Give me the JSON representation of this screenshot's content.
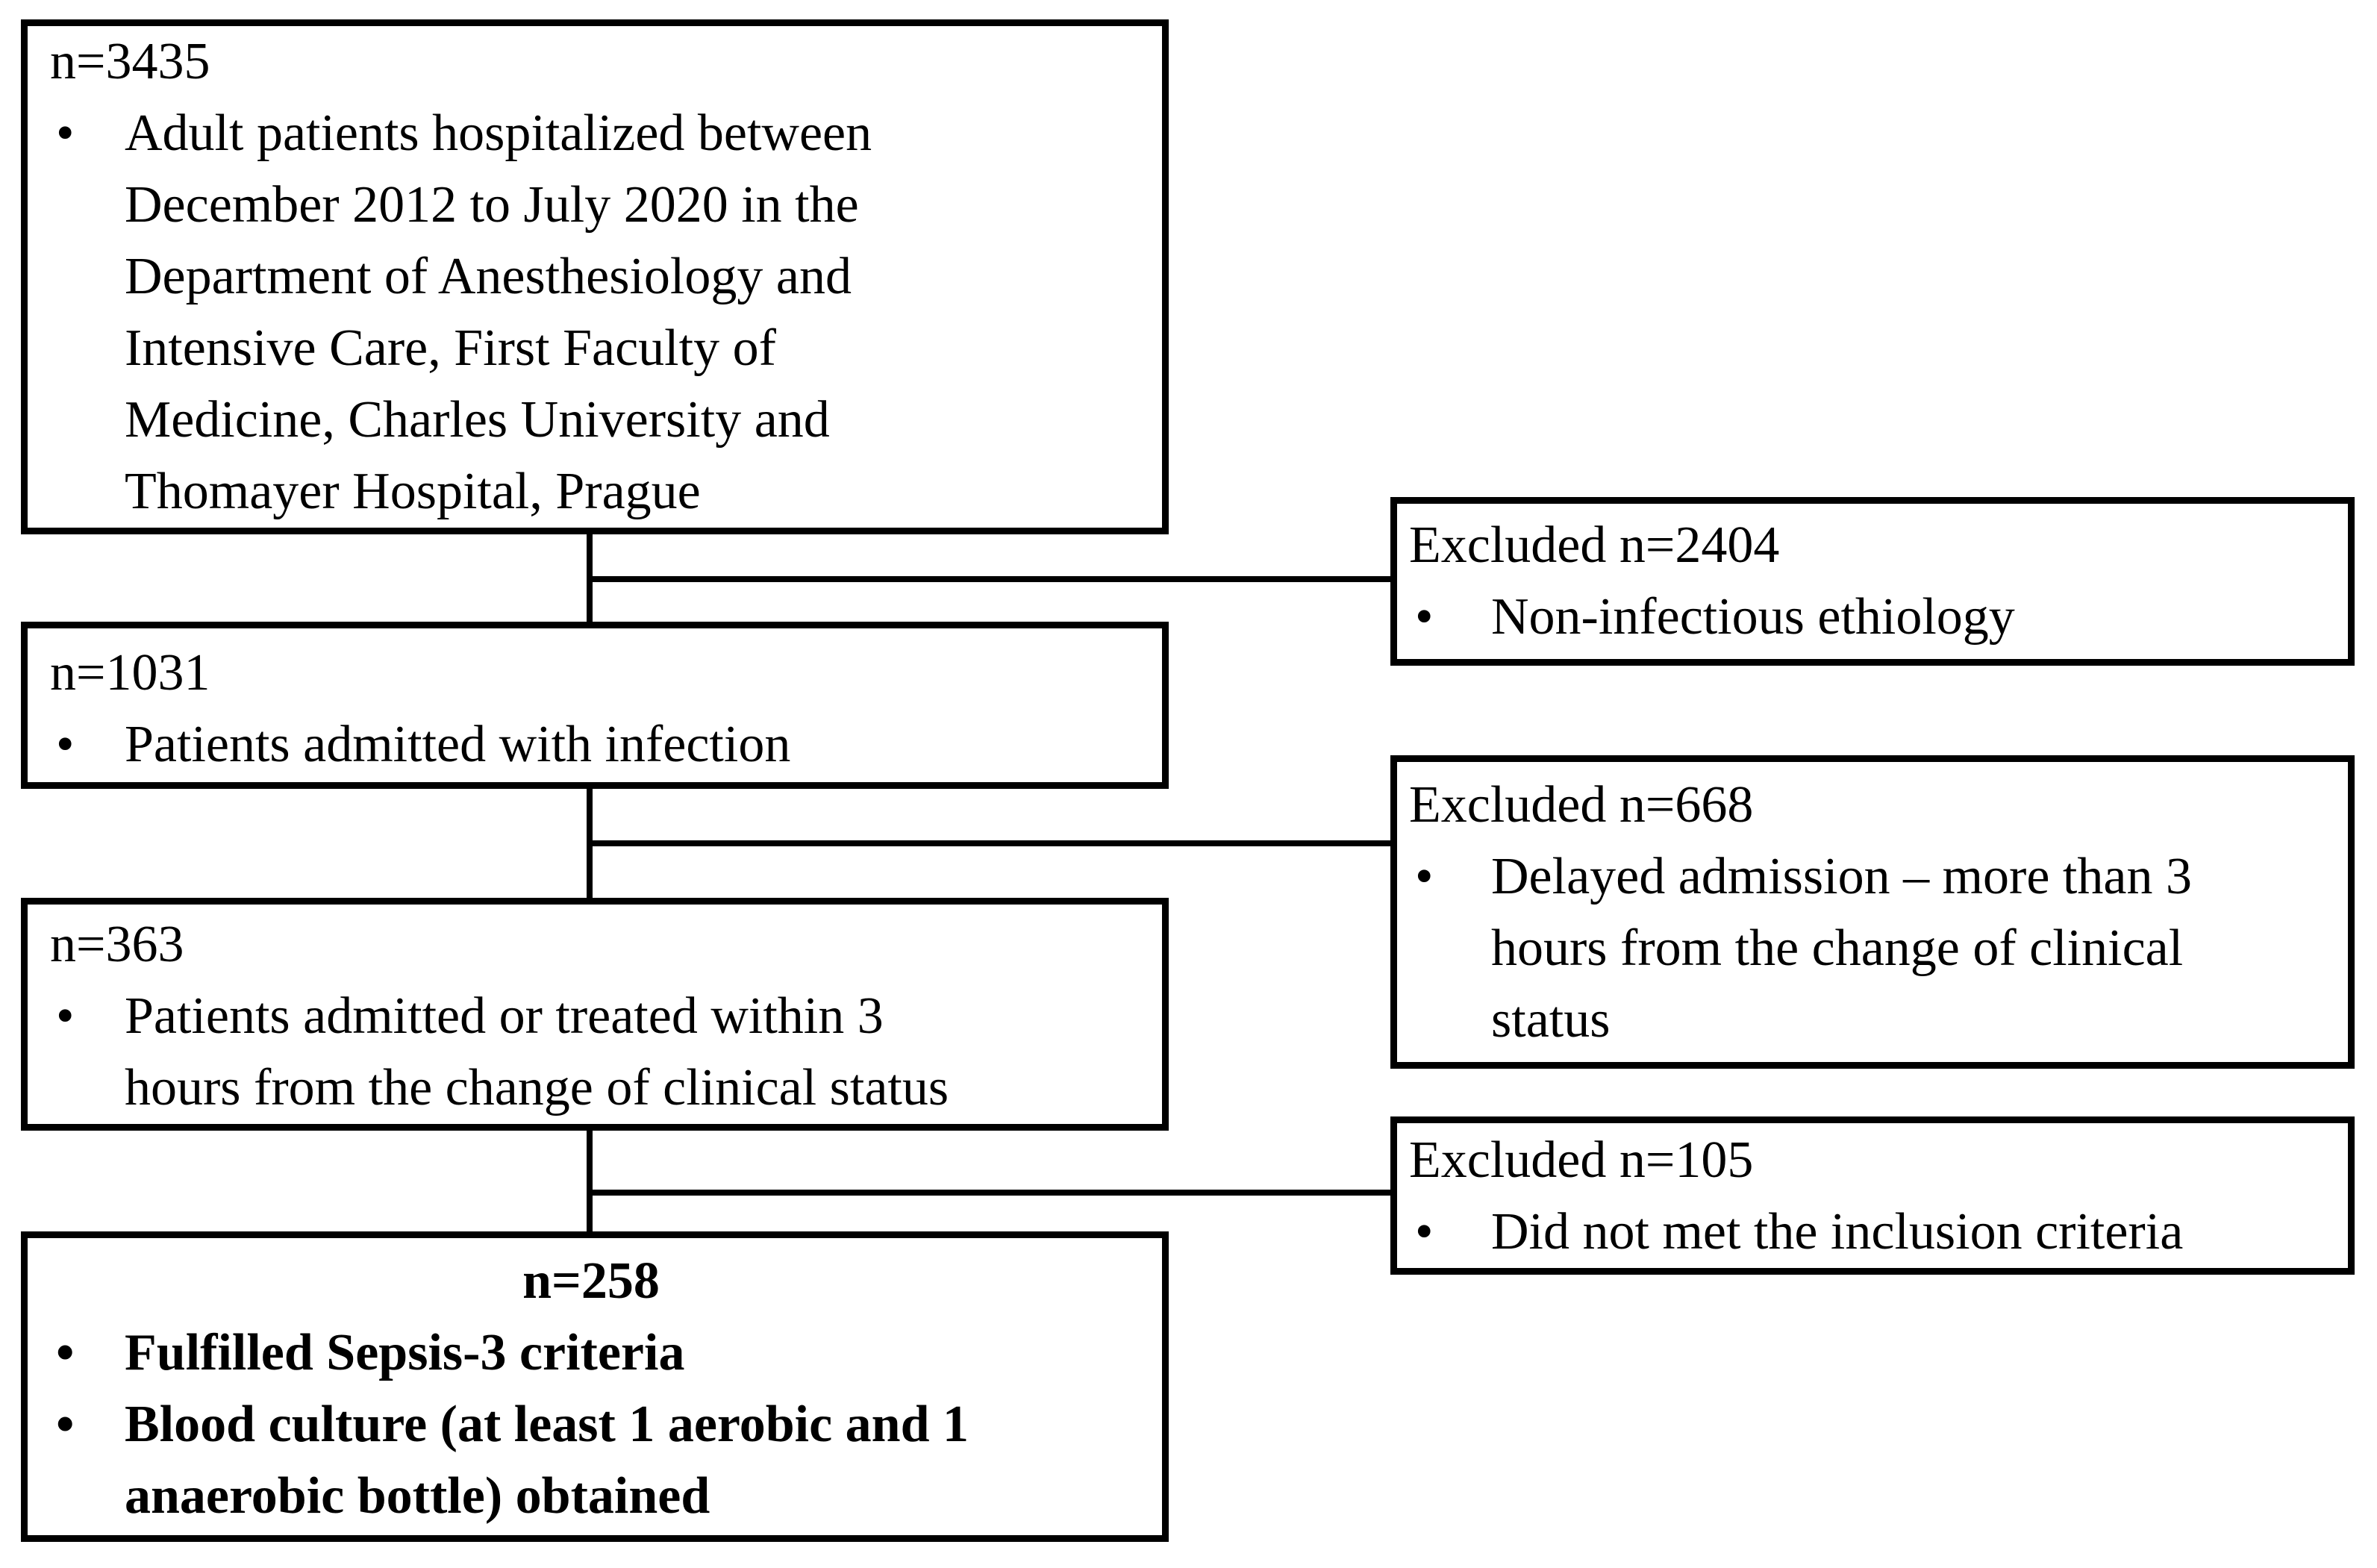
{
  "diagram": {
    "background_color": "#ffffff",
    "border_color": "#000000",
    "text_color": "#000000",
    "bullet_char": "•",
    "main_boxes": [
      {
        "n_label": "n=3435",
        "bullets": [
          "Adult patients hospitalized between\nDecember 2012 to July 2020 in the\nDepartment of Anesthesiology and\nIntensive Care, First Faculty of\nMedicine, Charles University and\nThomayer Hospital, Prague"
        ]
      },
      {
        "n_label": "n=1031",
        "bullets": [
          "Patients admitted with infection"
        ]
      },
      {
        "n_label": "n=363",
        "bullets": [
          "Patients admitted or treated within 3\nhours from the change of clinical status"
        ]
      },
      {
        "n_label": "n=258",
        "bullets": [
          "Fulfilled Sepsis-3 criteria",
          "Blood culture (at least 1 aerobic and 1\nanaerobic bottle) obtained"
        ]
      }
    ],
    "excluded_boxes": [
      {
        "title": "Excluded n=2404",
        "bullets": [
          "Non-infectious ethiology"
        ]
      },
      {
        "title": "Excluded n=668",
        "bullets": [
          "Delayed admission – more than 3\nhours from the change of clinical\nstatus"
        ]
      },
      {
        "title": "Excluded n=105",
        "bullets": [
          "Did not met the inclusion criteria"
        ]
      }
    ]
  }
}
